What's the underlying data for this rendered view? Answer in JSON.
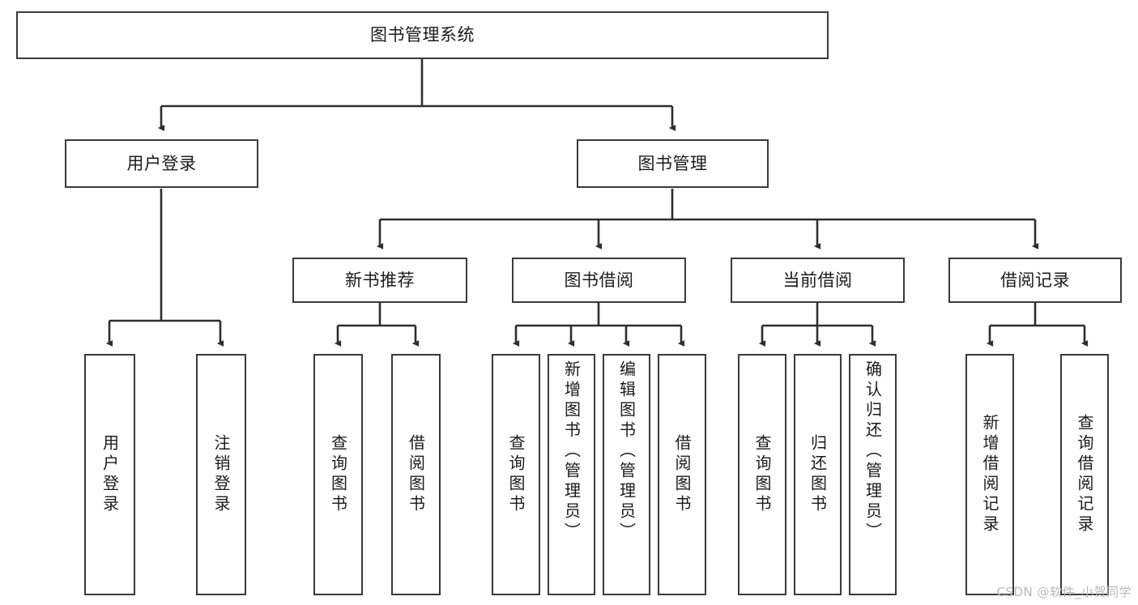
{
  "diagram": {
    "type": "tree-hierarchy-chart",
    "title_node": {
      "id": "root",
      "label": "图书管理系统"
    },
    "level2": [
      {
        "id": "user-login",
        "label": "用户登录"
      },
      {
        "id": "book-management",
        "label": "图书管理"
      }
    ],
    "level3": [
      {
        "id": "new-book-recommend",
        "label": "新书推荐",
        "parent": "book-management"
      },
      {
        "id": "book-borrow",
        "label": "图书借阅",
        "parent": "book-management"
      },
      {
        "id": "current-borrow",
        "label": "当前借阅",
        "parent": "book-management"
      },
      {
        "id": "borrow-record",
        "label": "借阅记录",
        "parent": "book-management"
      }
    ],
    "leaves": [
      {
        "id": "leaf-user-login",
        "label": "用户登录",
        "parent": "user-login"
      },
      {
        "id": "leaf-logout-login",
        "label": "注销登录",
        "parent": "user-login"
      },
      {
        "id": "leaf-query-book-1",
        "label": "查询图书",
        "parent": "new-book-recommend"
      },
      {
        "id": "leaf-borrow-book-1",
        "label": "借阅图书",
        "parent": "new-book-recommend"
      },
      {
        "id": "leaf-query-book-2",
        "label": "查询图书",
        "parent": "book-borrow"
      },
      {
        "id": "leaf-add-book",
        "label": "新增图书（管理员）",
        "parent": "book-borrow"
      },
      {
        "id": "leaf-edit-book",
        "label": "编辑图书（管理员）",
        "parent": "book-borrow"
      },
      {
        "id": "leaf-borrow-book-2",
        "label": "借阅图书",
        "parent": "book-borrow"
      },
      {
        "id": "leaf-query-book-3",
        "label": "查询图书",
        "parent": "current-borrow"
      },
      {
        "id": "leaf-return-book",
        "label": "归还图书",
        "parent": "current-borrow"
      },
      {
        "id": "leaf-confirm-return",
        "label": "确认归还（管理员）",
        "parent": "current-borrow"
      },
      {
        "id": "leaf-add-record",
        "label": "新增借阅记录",
        "parent": "borrow-record"
      },
      {
        "id": "leaf-query-record",
        "label": "查询借阅记录",
        "parent": "borrow-record"
      }
    ],
    "colors": {
      "stroke": "#3a3a3a",
      "fill": "#ffffff",
      "text": "#1b1b1b",
      "background": "#ffffff",
      "watermark": "#b8b8b8"
    }
  },
  "watermark": {
    "text": "CSDN @软件_小贺同学"
  }
}
